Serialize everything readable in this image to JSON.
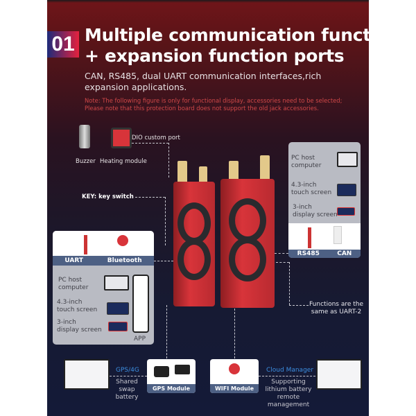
{
  "header": {
    "badge": "01",
    "title_line1": "Multiple communication functions",
    "title_line2": "+ expansion function ports",
    "subtitle": "CAN, RS485, dual UART communication interfaces,rich expansion applications.",
    "note_line1": "Note: The following figure is only for functional display, accessories need to be selected;",
    "note_line2": "Please note that this protection board does not support the old jack accessories."
  },
  "accessories": {
    "buzzer": "Buzzer",
    "heating": "Heating module",
    "dio": "DIO custom port",
    "key": "KEY: key switch"
  },
  "left_panel": {
    "ports": [
      "UART",
      "Bluetooth"
    ],
    "pc": [
      "PC host",
      "computer"
    ],
    "touch": [
      "4.3-inch",
      "touch screen"
    ],
    "display": [
      "3-inch",
      "display screen"
    ],
    "app": "APP"
  },
  "right_panel": {
    "ports": [
      "RS485",
      "CAN"
    ],
    "pc": [
      "PC host",
      "computer"
    ],
    "touch": [
      "4.3-inch",
      "touch screen"
    ],
    "display": [
      "3-inch",
      "display screen"
    ],
    "uart2": [
      "Functions are the",
      "same as UART-2"
    ]
  },
  "bottom": {
    "gps_label": "GPS/4G",
    "gps_desc": [
      "Shared",
      "swap",
      "battery"
    ],
    "gps_module": "GPS Module (4G)",
    "wifi_module": "WIFI Module",
    "cloud_label": "Cloud Manager",
    "cloud_desc": [
      "Supporting",
      "lithium battery",
      "remote management"
    ]
  },
  "colors": {
    "accent": "#e5213e",
    "band": "#4d6084",
    "link": "#3c8ee0"
  }
}
